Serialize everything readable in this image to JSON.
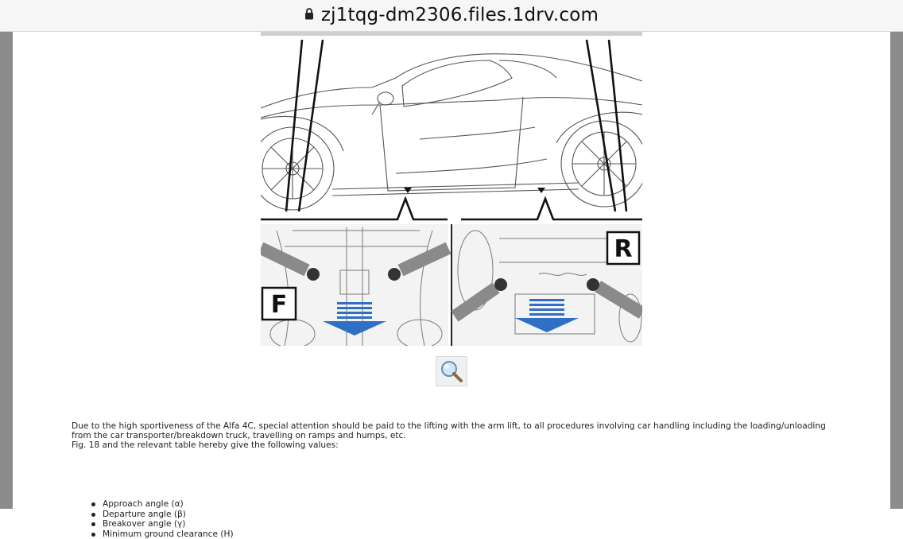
{
  "browser": {
    "url": "zj1tqg-dm2306.files.1drv.com",
    "lock_icon": "lock-icon"
  },
  "figure": {
    "front_badge": "F",
    "rear_badge": "R",
    "accent_color": "#2f6fc4"
  },
  "zoom_icon": "magnifier-icon",
  "body": {
    "paragraph_line1": "Due to the high sportiveness of the Alfa 4C, special attention should be paid to the lifting with the arm lift, to all procedures involving car handling including the loading/unloading",
    "paragraph_line2": "from the car transporter/breakdown truck, travelling on ramps and humps, etc.",
    "paragraph_line3": "Fig. 18 and the relevant table hereby give the following values:",
    "bullets": [
      "Approach angle (α)",
      "Departure angle (β)",
      "Breakover angle (γ)",
      "Minimum ground clearance (H)"
    ]
  }
}
